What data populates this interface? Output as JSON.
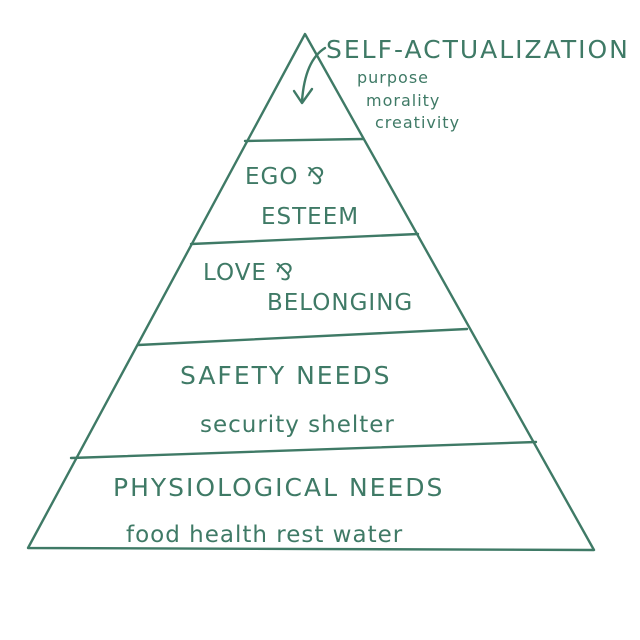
{
  "colors": {
    "ink": "#3f7a66",
    "background": "#ffffff"
  },
  "diagram": {
    "type": "pyramid",
    "levels": [
      {
        "title_lines": [
          "SELF-ACTUALIZATION"
        ],
        "details": [
          "purpose",
          "morality",
          "creativity"
        ],
        "callout": "arrow-from-label"
      },
      {
        "title_lines": [
          "EGO ⅋",
          "ESTEEM"
        ],
        "details": []
      },
      {
        "title_lines": [
          "LOVE ⅋",
          "BELONGING"
        ],
        "details": []
      },
      {
        "title_lines": [
          "SAFETY NEEDS"
        ],
        "details": [
          "security shelter"
        ]
      },
      {
        "title_lines": [
          "PHYSIOLOGICAL NEEDS"
        ],
        "details": [
          "food health rest water"
        ]
      }
    ]
  }
}
